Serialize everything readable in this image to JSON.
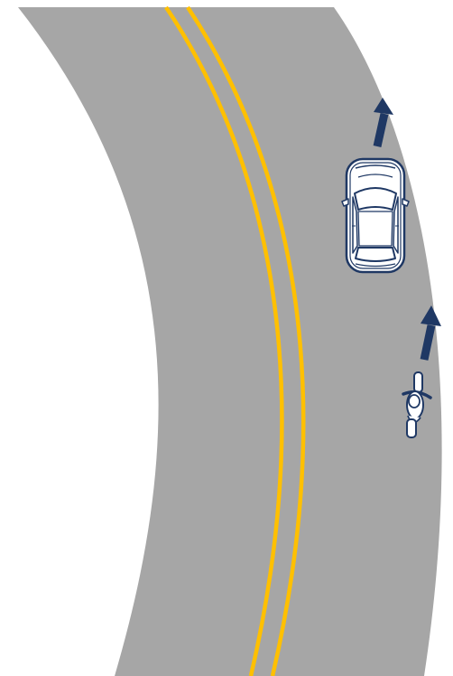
{
  "scene": {
    "description_hidden": "",
    "colors": {
      "background": "#ffffff",
      "road": "#a6a6a6",
      "center_line": "#ffc000",
      "vehicle_outline": "#1f3864",
      "arrow": "#1f3864",
      "vehicle_body": "#ffffff"
    },
    "elements": {
      "road": "curved-road",
      "center_line": "double-yellow-line",
      "car": "car-top-view",
      "motorcycle": "motorcycle-top-view",
      "car_arrow": "up-arrow-icon",
      "motorcycle_arrow": "up-arrow-icon"
    }
  }
}
